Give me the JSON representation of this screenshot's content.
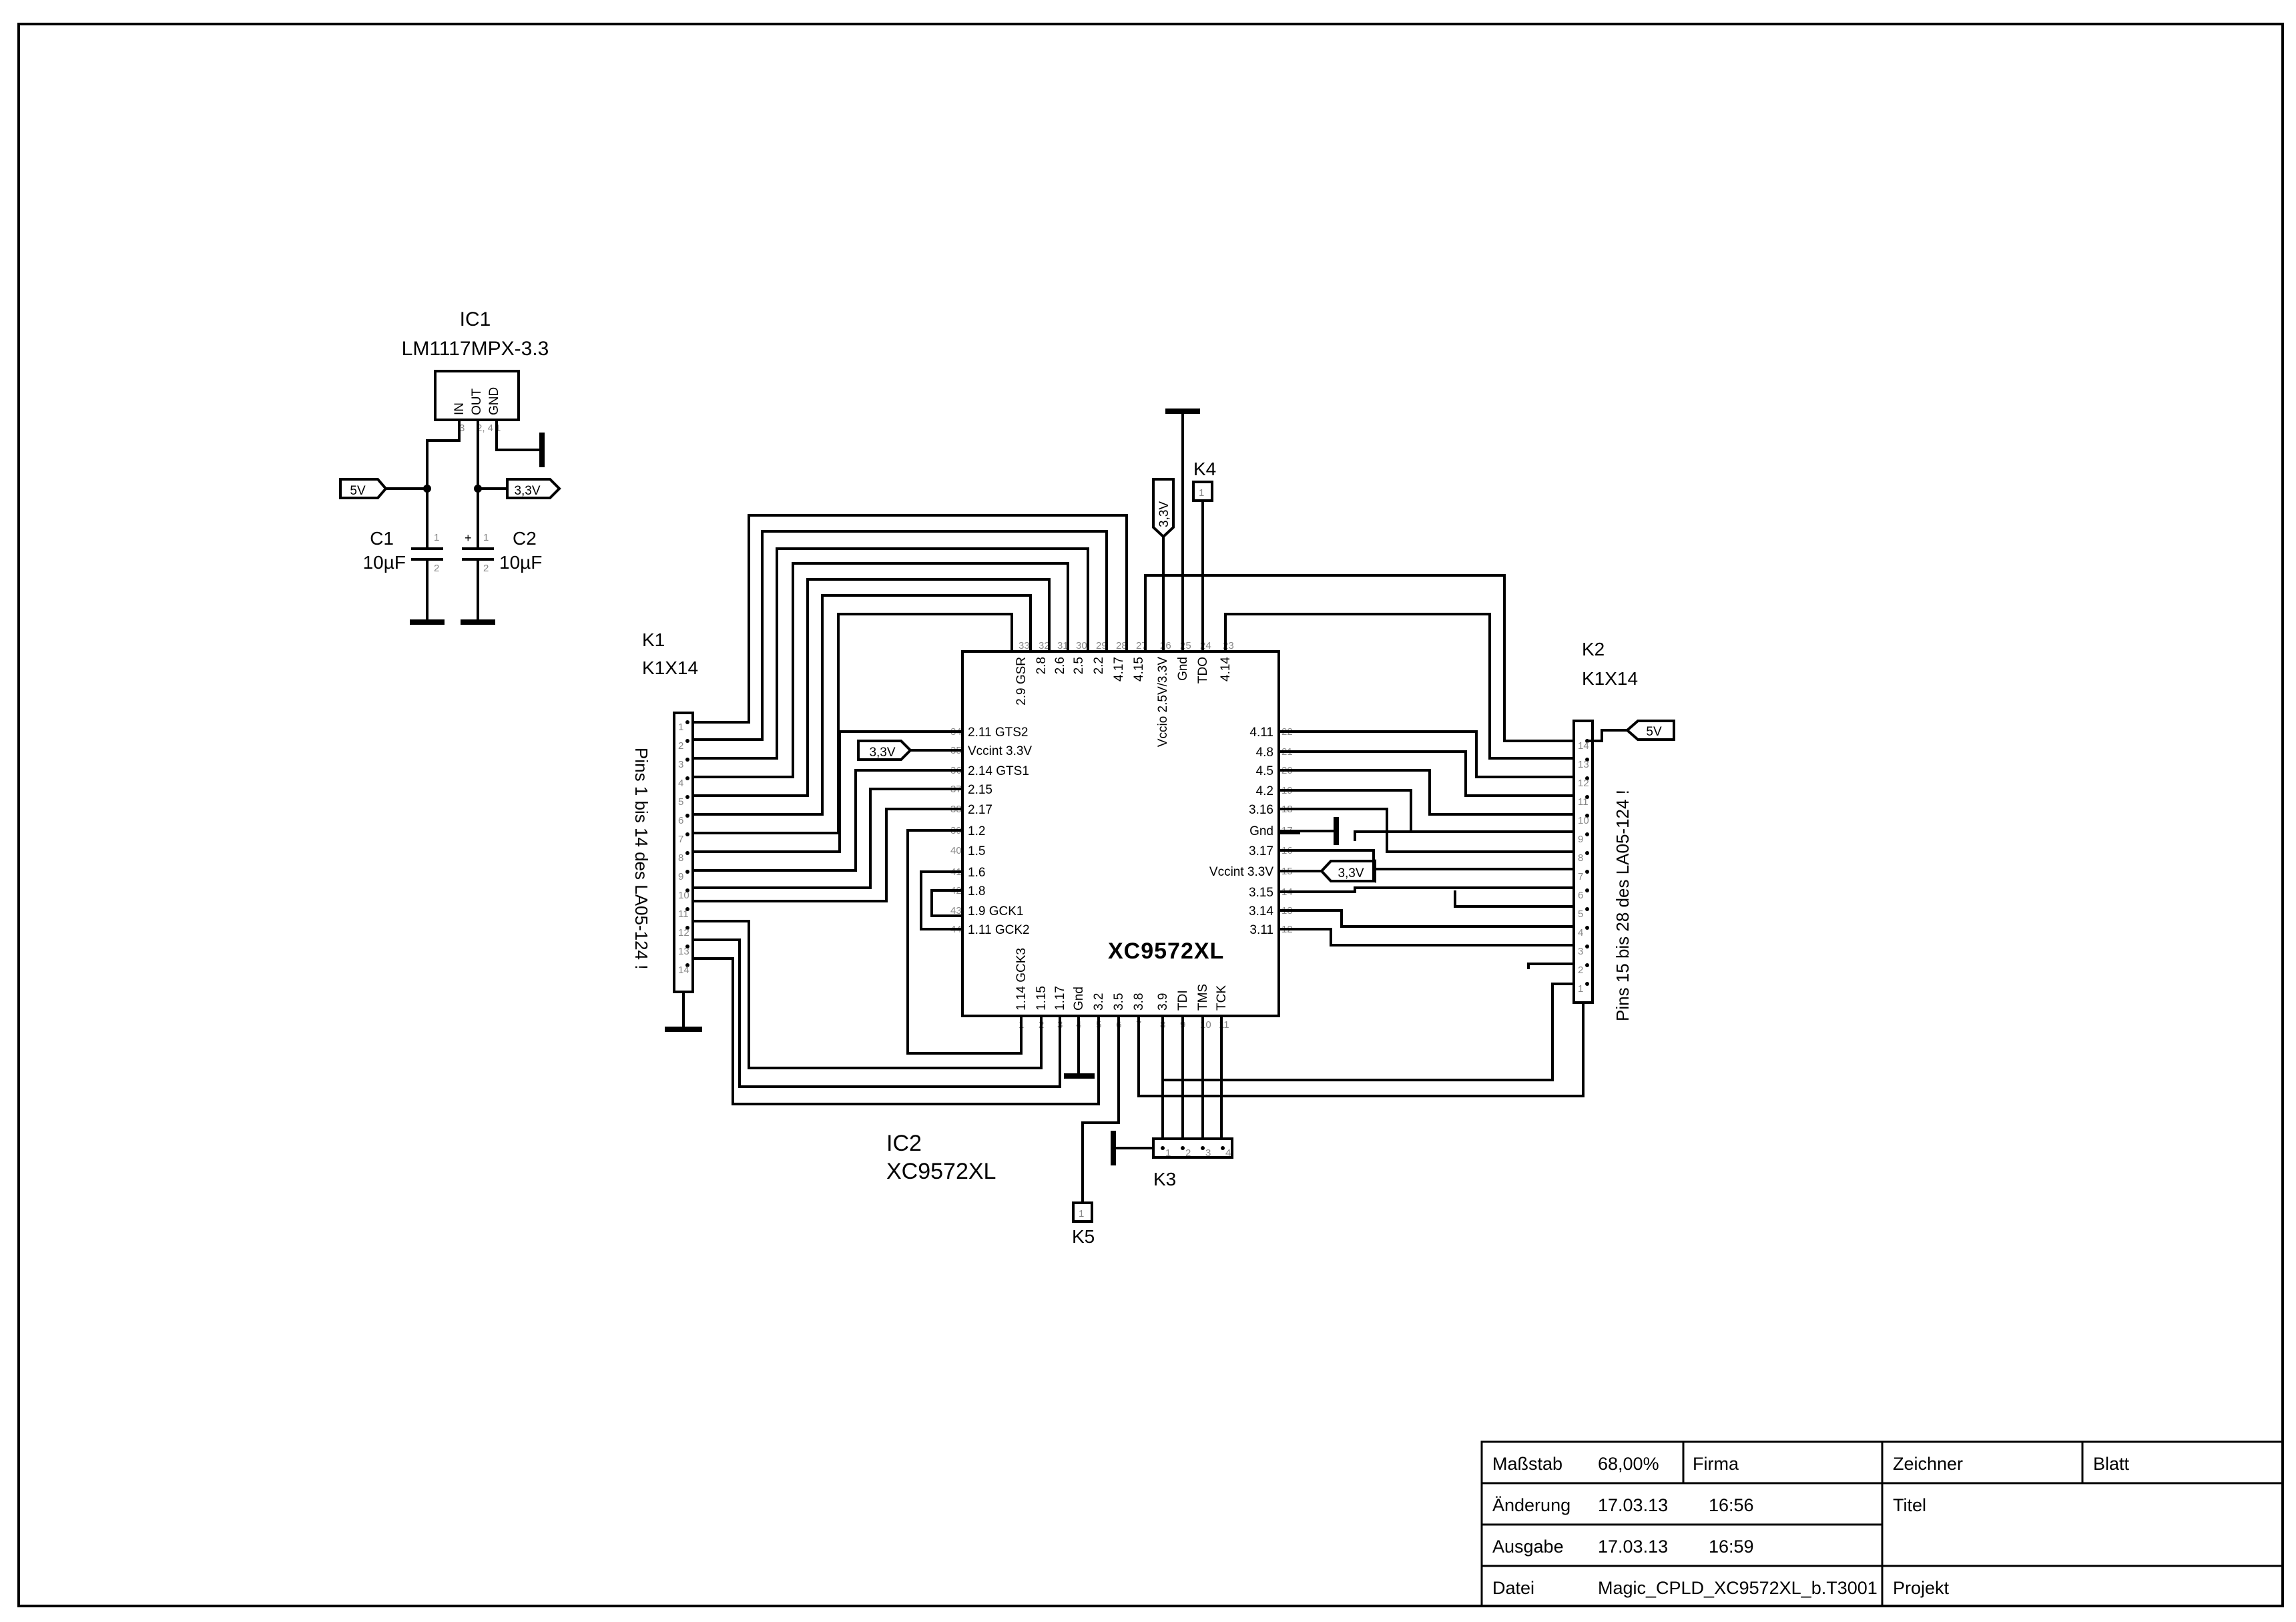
{
  "ic1": {
    "ref": "IC1",
    "value": "LM1117MPX-3.3",
    "pins": [
      "IN",
      "OUT",
      "GND"
    ],
    "pin_numbers": [
      "3",
      "2, 4",
      "1"
    ]
  },
  "c1": {
    "ref": "C1",
    "value": "10µF",
    "pin1": "1",
    "pin2": "2"
  },
  "c2": {
    "ref": "C2",
    "value": "10µF",
    "pin1": "1",
    "pin2": "2"
  },
  "nets": {
    "v5": "5V",
    "v33": "3,3V"
  },
  "k1": {
    "ref": "K1",
    "value": "K1X14",
    "note": "Pins 1 bis 14 des LA05-124 !",
    "pins": [
      "1",
      "2",
      "3",
      "4",
      "5",
      "6",
      "7",
      "8",
      "9",
      "10",
      "11",
      "12",
      "13",
      "14"
    ]
  },
  "k2": {
    "ref": "K2",
    "value": "K1X14",
    "note": "Pins 15 bis 28 des LA05-124 !",
    "pins": [
      "14",
      "13",
      "12",
      "11",
      "10",
      "9",
      "8",
      "7",
      "6",
      "5",
      "4",
      "3",
      "2",
      "1"
    ]
  },
  "k3": {
    "ref": "K3",
    "pins": [
      "1",
      "2",
      "3",
      "4"
    ]
  },
  "k4": {
    "ref": "K4",
    "pins": [
      "1"
    ]
  },
  "k5": {
    "ref": "K5",
    "pins": [
      "1"
    ]
  },
  "ic2": {
    "ref": "IC2",
    "value": "XC9572XL",
    "body_label": "XC9572XL",
    "top_pins": [
      {
        "num": "33",
        "name": "2.9 GSR"
      },
      {
        "num": "32",
        "name": "2.8"
      },
      {
        "num": "31",
        "name": "2.6"
      },
      {
        "num": "30",
        "name": "2.5"
      },
      {
        "num": "29",
        "name": "2.2"
      },
      {
        "num": "28",
        "name": "4.17"
      },
      {
        "num": "27",
        "name": "4.15"
      },
      {
        "num": "26",
        "name": "Vccio 2.5V/3.3V"
      },
      {
        "num": "25",
        "name": "Gnd"
      },
      {
        "num": "24",
        "name": "TDO"
      },
      {
        "num": "23",
        "name": "4.14"
      }
    ],
    "left_pins": [
      {
        "num": "34",
        "name": "2.11 GTS2"
      },
      {
        "num": "35",
        "name": "Vccint 3.3V"
      },
      {
        "num": "36",
        "name": "2.14 GTS1"
      },
      {
        "num": "37",
        "name": "2.15"
      },
      {
        "num": "38",
        "name": "2.17"
      },
      {
        "num": "39",
        "name": "1.2"
      },
      {
        "num": "40",
        "name": "1.5"
      },
      {
        "num": "41",
        "name": "1.6"
      },
      {
        "num": "42",
        "name": "1.8"
      },
      {
        "num": "43",
        "name": "1.9 GCK1"
      },
      {
        "num": "44",
        "name": "1.11 GCK2"
      }
    ],
    "right_pins": [
      {
        "num": "22",
        "name": "4.11"
      },
      {
        "num": "21",
        "name": "4.8"
      },
      {
        "num": "20",
        "name": "4.5"
      },
      {
        "num": "19",
        "name": "4.2"
      },
      {
        "num": "18",
        "name": "3.16"
      },
      {
        "num": "17",
        "name": "Gnd"
      },
      {
        "num": "16",
        "name": "3.17"
      },
      {
        "num": "15",
        "name": "Vccint 3.3V"
      },
      {
        "num": "14",
        "name": "3.15"
      },
      {
        "num": "13",
        "name": "3.14"
      },
      {
        "num": "12",
        "name": "3.11"
      }
    ],
    "bottom_pins": [
      {
        "num": "1",
        "name": "1.14 GCK3"
      },
      {
        "num": "2",
        "name": "1.15"
      },
      {
        "num": "3",
        "name": "1.17"
      },
      {
        "num": "4",
        "name": "Gnd"
      },
      {
        "num": "5",
        "name": "3.2"
      },
      {
        "num": "6",
        "name": "3.5"
      },
      {
        "num": "7",
        "name": "3.8"
      },
      {
        "num": "8",
        "name": "3.9"
      },
      {
        "num": "9",
        "name": "TDI"
      },
      {
        "num": "10",
        "name": "TMS"
      },
      {
        "num": "11",
        "name": "TCK"
      }
    ]
  },
  "title_block": {
    "scale_label": "Maßstab",
    "scale_value": "68,00%",
    "firm_label": "Firma",
    "drawer_label": "Zeichner",
    "sheet_label": "Blatt",
    "change_label": "Änderung",
    "change_date": "17.03.13",
    "change_time": "16:56",
    "title_label": "Titel",
    "issue_label": "Ausgabe",
    "issue_date": "17.03.13",
    "issue_time": "16:59",
    "file_label": "Datei",
    "file_value": "Magic_CPLD_XC9572XL_b.T3001",
    "project_label": "Projekt"
  }
}
